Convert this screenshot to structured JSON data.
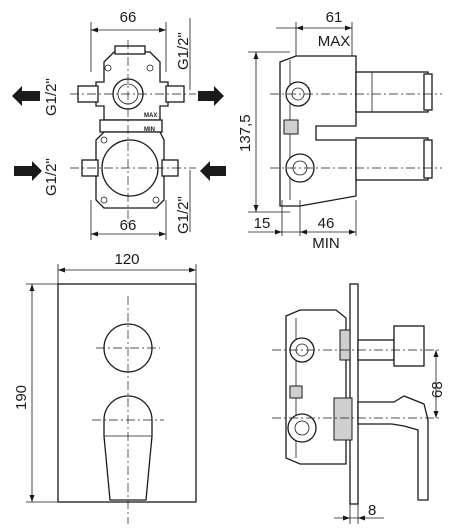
{
  "top_front": {
    "width_top": "66",
    "width_bottom": "66",
    "port_top_left": "G1/2\"",
    "port_top_right": "G1/2\"",
    "port_bottom_left": "G1/2\"",
    "port_bottom_right": "G1/2\"",
    "mark_max": "MAX",
    "mark_min": "MIN"
  },
  "top_side": {
    "depth_max": "61",
    "max_label": "MAX",
    "height": "137,5",
    "offset": "15",
    "depth_min": "46",
    "min_label": "MIN"
  },
  "bottom_front": {
    "width": "120",
    "height": "190"
  },
  "bottom_side": {
    "spacing": "68",
    "plate": "8"
  }
}
